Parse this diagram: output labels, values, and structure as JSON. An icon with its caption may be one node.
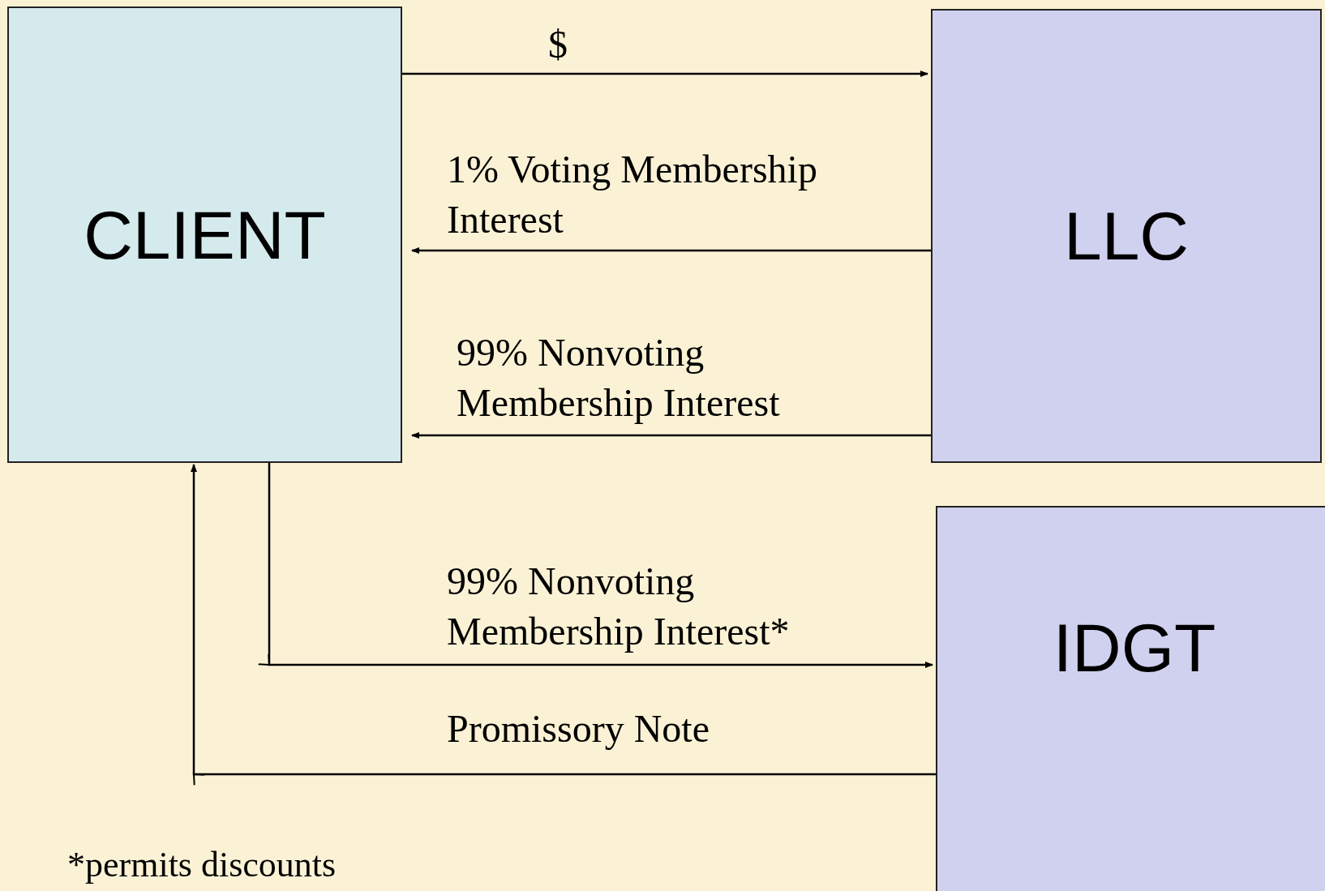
{
  "diagram": {
    "nodes": [
      {
        "text": [
          "CLIENT"
        ]
      },
      {
        "text": [
          "LLC"
        ]
      },
      {
        "text": [
          "IDGT"
        ]
      }
    ],
    "edges": [
      {
        "from": 0,
        "to": 1,
        "arrow": "to",
        "label": "$"
      },
      {
        "from": 1,
        "to": 0,
        "arrow": "to",
        "label": "1% Voting Membership Interest"
      },
      {
        "from": 1,
        "to": 0,
        "arrow": "to",
        "label": "99% Nonvoting Membership Interest"
      },
      {
        "from": 0,
        "to": 2,
        "arrow": "to",
        "label": "99% Nonvoting Membership Interest*"
      },
      {
        "from": 2,
        "to": 0,
        "arrow": "to",
        "label": "Promissory Note"
      }
    ],
    "labels": [
      "*permits discounts"
    ]
  }
}
